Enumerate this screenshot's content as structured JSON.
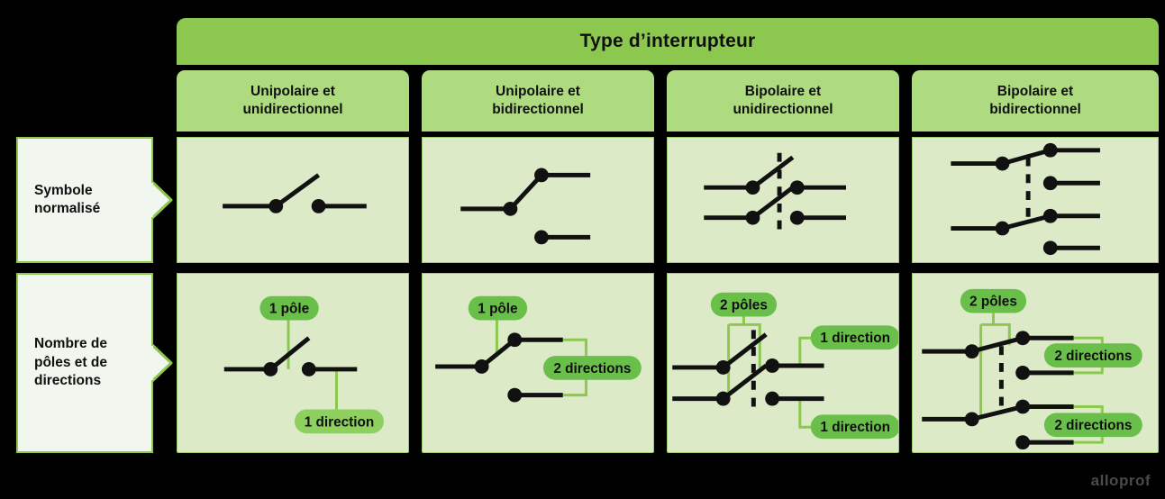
{
  "header": {
    "title": "Type d’interrupteur",
    "columns": [
      {
        "line1": "Unipolaire et",
        "line2": "unidirectionnel"
      },
      {
        "line1": "Unipolaire et",
        "line2": "bidirectionnel"
      },
      {
        "line1": "Bipolaire et",
        "line2": "unidirectionnel"
      },
      {
        "line1": "Bipolaire et",
        "line2": "bidirectionnel"
      }
    ]
  },
  "rows": [
    {
      "line1": "Symbole",
      "line2": "normalisé",
      "line3": ""
    },
    {
      "line1": "Nombre de",
      "line2": "pôles et de",
      "line3": "directions"
    }
  ],
  "annotations": {
    "c1": {
      "pole": "1 pôle",
      "dir1": "1 direction"
    },
    "c2": {
      "pole": "1 pôle",
      "dir1": "2 directions"
    },
    "c3": {
      "pole": "2 pôles",
      "dir1": "1 direction",
      "dir2": "1 direction"
    },
    "c4": {
      "pole": "2 pôles",
      "dir1": "2 directions",
      "dir2": "2 directions"
    }
  },
  "footer": {
    "logo": "alloprof"
  },
  "colors": {
    "background": "#000000",
    "title_green": "#8CC850",
    "header_green": "#AFDB80",
    "cell_green": "#DCEAC7",
    "cell_border": "#9CCB6C",
    "pill_green": "#6ABF4B",
    "connector_green": "#8CC850",
    "callout_bg": "#F1F6EE",
    "symbol_black": "#111111",
    "text_dark": "#101010",
    "logo_gray": "#4A4A48"
  }
}
